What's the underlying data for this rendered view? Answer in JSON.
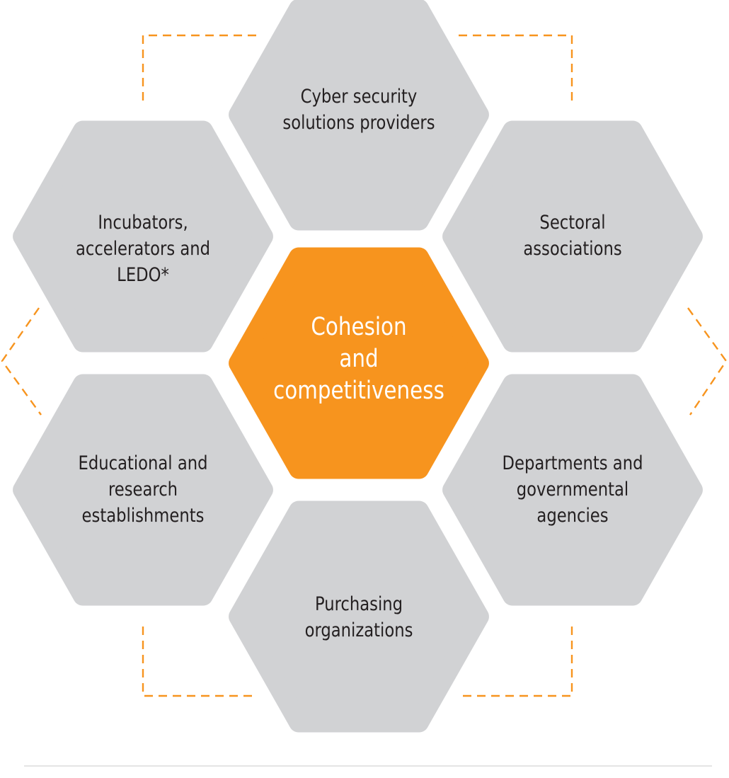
{
  "colors": {
    "hex_fill": "#d1d2d4",
    "center_fill": "#f7941e",
    "connector": "#f7941e",
    "label_text": "#231f20",
    "center_text": "#ffffff",
    "rule": "#e4e4e4"
  },
  "nodes": {
    "top": {
      "lines": [
        "Cyber security",
        "solutions providers"
      ]
    },
    "upper_left": {
      "lines": [
        "Incubators,",
        "accelerators and LEDO*"
      ]
    },
    "upper_right": {
      "lines": [
        "Sectoral",
        "associations"
      ]
    },
    "center": {
      "lines": [
        "Cohesion",
        "and",
        "competitiveness"
      ]
    },
    "lower_left": {
      "lines": [
        "Educational and",
        "research",
        "establishments"
      ]
    },
    "lower_right": {
      "lines": [
        "Departments and",
        "governmental agencies"
      ]
    },
    "bottom": {
      "lines": [
        "Purchasing",
        "organizations"
      ]
    }
  }
}
